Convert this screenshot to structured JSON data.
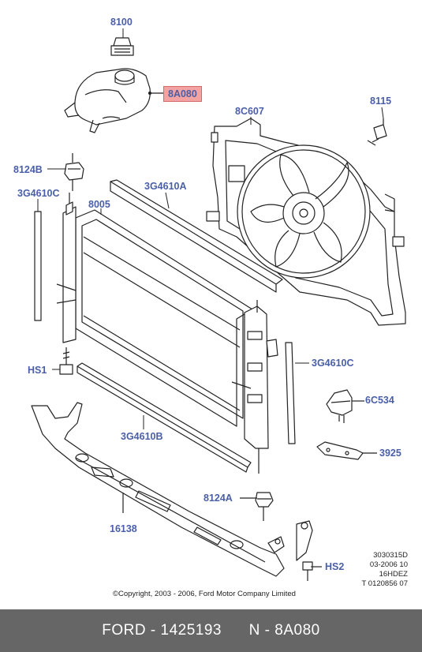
{
  "diagram": {
    "callouts": {
      "cap": "8100",
      "reservoir": "8A080",
      "fan_shroud": "8C607",
      "sensor": "8115",
      "mount_top_left": "8124B",
      "seal_left": "3G4610C",
      "radiator": "8005",
      "seal_top": "3G4610A",
      "bolt_left": "HS1",
      "seal_right": "3G4610C",
      "relay": "6C534",
      "bracket": "3925",
      "seal_bottom": "3G4610B",
      "mount_bottom_right": "8124A",
      "support": "16138",
      "bolt_right": "HS2"
    },
    "meta_lines": [
      "3030315D",
      "03-2006 10",
      "16HDEZ",
      "T 0120856 07"
    ],
    "copyright": "©Copyright, 2003 - 2006, Ford Motor Company Limited",
    "highlight_color": "#f4a3a3",
    "label_color": "#4a5fa8"
  },
  "footer": {
    "brand": "FORD",
    "part_number": "1425193",
    "ref": "N - 8A080"
  }
}
